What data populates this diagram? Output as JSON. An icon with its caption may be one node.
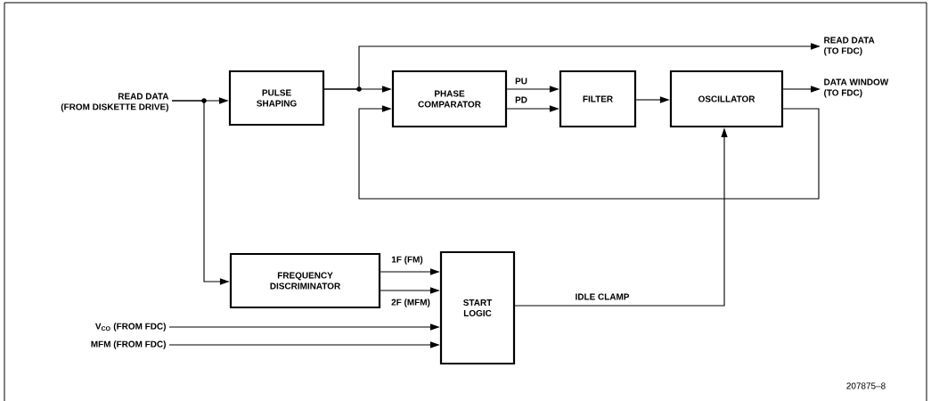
{
  "diagram": {
    "nodes": [
      {
        "text": [
          "READ DATA",
          "(FROM DISKETTE DRIVE)"
        ]
      },
      {
        "text": [
          "PULSE SHAPING"
        ]
      },
      {
        "text": [
          "PHASE COMPARATOR"
        ]
      },
      {
        "text": [
          "FILTER"
        ]
      },
      {
        "text": [
          "OSCILLATOR"
        ]
      },
      {
        "text": [
          "READ DATA",
          "(TO FDC)"
        ]
      },
      {
        "text": [
          "DATA WINDOW",
          "(TO FDC)"
        ]
      },
      {
        "text": [
          "FREQUENCY DISCRIMINATOR"
        ]
      },
      {
        "text": [
          "START LOGIC"
        ]
      },
      {
        "text": [
          "V$_{CO}$ (FROM FDC)"
        ]
      },
      {
        "text": [
          "MFM (FROM FDC)"
        ]
      }
    ],
    "edges": [
      {
        "from": 0,
        "to": 1,
        "arrow": "to"
      },
      {
        "from": 0,
        "to": 7,
        "arrow": "to"
      },
      {
        "from": 1,
        "to": 2,
        "arrow": "to"
      },
      {
        "from": 1,
        "to": 5,
        "arrow": "to"
      },
      {
        "from": 2,
        "to": 3,
        "arrow": "to",
        "label": "PU"
      },
      {
        "from": 2,
        "to": 3,
        "arrow": "to",
        "label": "PD"
      },
      {
        "from": 3,
        "to": 4,
        "arrow": "to"
      },
      {
        "from": 4,
        "to": 6,
        "arrow": "to"
      },
      {
        "from": 4,
        "to": 2,
        "arrow": "to"
      },
      {
        "from": 7,
        "to": 8,
        "arrow": "to",
        "label": "1F (FM)"
      },
      {
        "from": 7,
        "to": 8,
        "arrow": "to",
        "label": "2F (MFM)"
      },
      {
        "from": 9,
        "to": 8,
        "arrow": "to"
      },
      {
        "from": 10,
        "to": 8,
        "arrow": "to"
      },
      {
        "from": 8,
        "to": 4,
        "arrow": "to",
        "label": "IDLE CLAMP"
      }
    ],
    "labels": [
      "207875–8"
    ]
  }
}
